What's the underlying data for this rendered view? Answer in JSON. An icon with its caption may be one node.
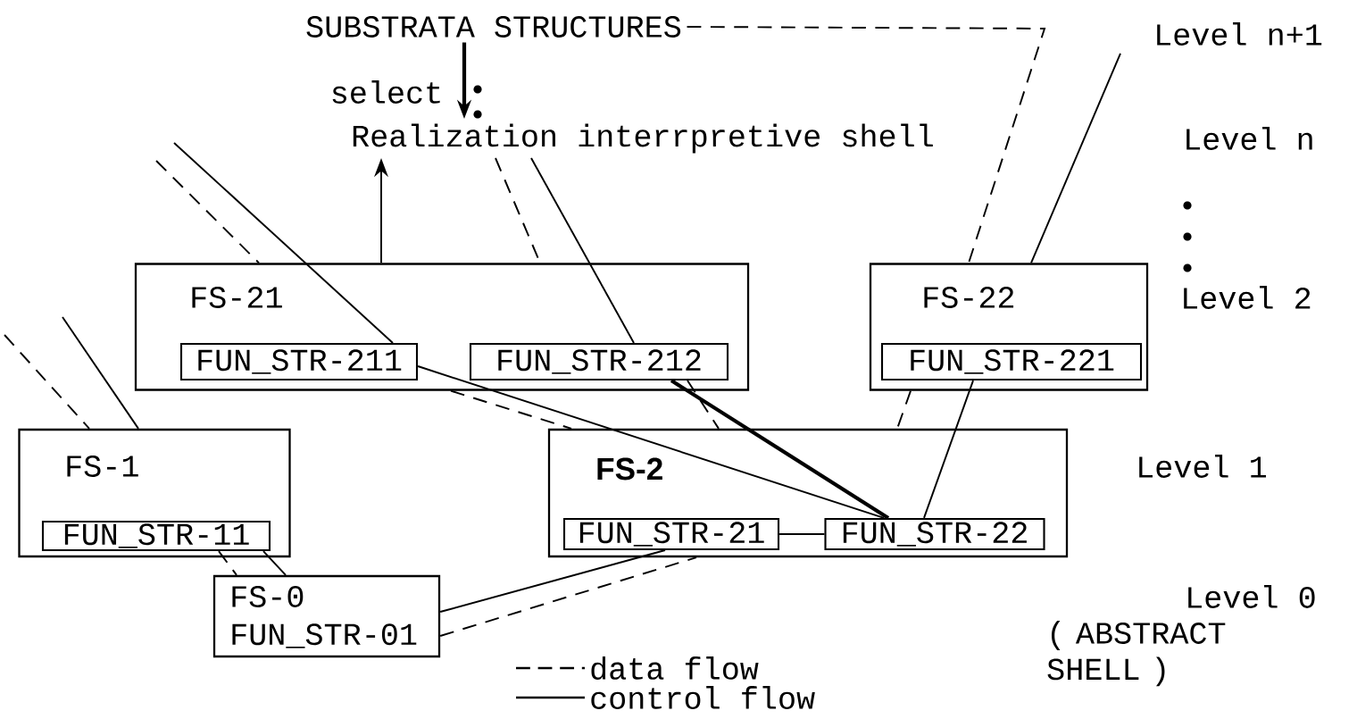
{
  "diagram": {
    "nodes": [
      {
        "text": [
          "SUBSTRATA STRUCTURES"
        ]
      },
      {
        "text": [
          "Realization interrpretive shell"
        ]
      },
      {
        "text": [
          "FS-21"
        ]
      },
      {
        "text": [
          "FUN_STR-211"
        ],
        "in": 2
      },
      {
        "text": [
          "FUN_STR-212"
        ],
        "in": 2
      },
      {
        "text": [
          "FS-22"
        ]
      },
      {
        "text": [
          "FUN_STR-221"
        ],
        "in": 5
      },
      {
        "text": [
          "FS-1"
        ]
      },
      {
        "text": [
          "FUN_STR-11"
        ],
        "in": 7
      },
      {
        "text": [
          "FS-2"
        ]
      },
      {
        "text": [
          "FUN_STR-21"
        ],
        "in": 9
      },
      {
        "text": [
          "FUN_STR-22"
        ],
        "in": 9
      },
      {
        "text": [
          "FS-0",
          "FUN_STR-01"
        ]
      }
    ],
    "edges": [
      {
        "from": 0,
        "to": 1,
        "arrow": "to",
        "label": "select",
        "style": "thick"
      },
      {
        "from": 2,
        "to": 1,
        "arrow": "to"
      },
      {
        "from": 0,
        "to": 5,
        "arrow": "none",
        "style": "dashed"
      },
      {
        "from": null,
        "to": 5,
        "arrow": "none"
      },
      {
        "from": null,
        "to": 2,
        "arrow": "none",
        "style": "dashed"
      },
      {
        "from": null,
        "to": 3,
        "arrow": "none"
      },
      {
        "from": 1,
        "to": 2,
        "arrow": "none",
        "style": "dashed"
      },
      {
        "from": 1,
        "to": 4,
        "arrow": "none"
      },
      {
        "from": null,
        "to": 7,
        "arrow": "none",
        "style": "dashed"
      },
      {
        "from": null,
        "to": 7,
        "arrow": "none"
      },
      {
        "from": 3,
        "to": 11,
        "arrow": "none"
      },
      {
        "from": 2,
        "to": 9,
        "arrow": "none",
        "style": "dashed"
      },
      {
        "from": 4,
        "to": 11,
        "arrow": "none",
        "style": "thick"
      },
      {
        "from": 4,
        "to": 9,
        "arrow": "none",
        "style": "dashed"
      },
      {
        "from": 5,
        "to": 9,
        "arrow": "none",
        "style": "dashed"
      },
      {
        "from": 6,
        "to": 11,
        "arrow": "none"
      },
      {
        "from": 10,
        "to": 11,
        "arrow": "none"
      },
      {
        "from": 8,
        "to": 12,
        "arrow": "none",
        "style": "dashed"
      },
      {
        "from": 8,
        "to": 12,
        "arrow": "none"
      },
      {
        "from": 12,
        "to": 10,
        "arrow": "none"
      },
      {
        "from": 12,
        "to": 9,
        "arrow": "none",
        "style": "dashed"
      }
    ],
    "labels": [
      "Level n+1",
      "Level n",
      "Level 2",
      "Level 1",
      "Level 0",
      "( ABSTRACT SHELL )"
    ],
    "legend": [
      {
        "text": "data flow"
      },
      {
        "text": "control flow"
      }
    ]
  }
}
